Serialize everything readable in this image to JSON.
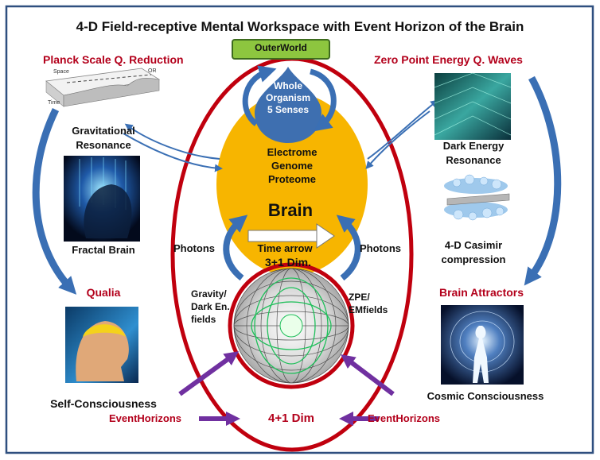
{
  "title": "4-D Field-receptive Mental Workspace with Event Horizon of the Brain",
  "outer_world": "OuterWorld",
  "organism": [
    "Whole",
    "Organism",
    "5 Senses"
  ],
  "egp": [
    "Electrome",
    "Genome",
    "Proteome"
  ],
  "brain": "Brain",
  "time_arrow": "Time arrow",
  "dim3": "3+1 Dim.",
  "dim4": "4+1 Dim",
  "photons_left": "Photons",
  "photons_right": "Photons",
  "gravity": [
    "Gravity/",
    "Dark En.",
    "fields"
  ],
  "zpe": [
    "ZPE/",
    "EMfields"
  ],
  "left": {
    "heading": "Planck Scale Q. Reduction",
    "resonance": [
      "Gravitational",
      "Resonance"
    ],
    "fractal": "Fractal Brain",
    "qualia": "Qualia",
    "self": "Self-Consciousness",
    "space_label": "Space",
    "time_label": "Time",
    "ofr_label": "OR"
  },
  "right": {
    "heading": "Zero Point Energy Q. Waves",
    "dark": [
      "Dark Energy",
      "Resonance"
    ],
    "casimir": [
      "4-D Casimir",
      "compression"
    ],
    "attractors": "Brain Attractors",
    "cosmic": "Cosmic Consciousness"
  },
  "event_left": "EventHorizons",
  "event_right": "EventHorizons",
  "colors": {
    "red_outline": "#c0000e",
    "blue_arrow": "#3a6fb4",
    "yellow": "#f7b500",
    "green_box": "#8dc63f",
    "purple": "#7030a0",
    "heading_red": "#b3001b"
  }
}
